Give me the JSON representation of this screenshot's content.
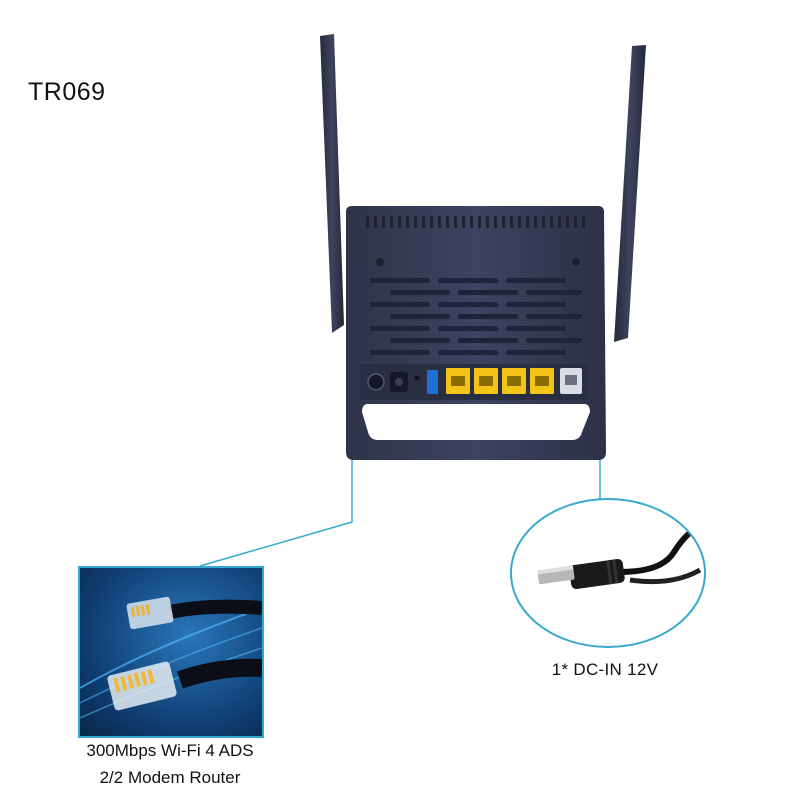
{
  "product": {
    "model_label": "TR069",
    "left_caption_line1": "300Mbps Wi-Fi 4 ADS",
    "left_caption_line2": "2/2 Modem Router",
    "right_caption": "1* DC-IN 12V"
  },
  "colors": {
    "router_body": "#3a4058",
    "lan_port": "#f2c417",
    "callout_line": "#38a8d0",
    "usb_port": "#1e6fd6"
  },
  "icons": [
    "router-image",
    "antenna-left",
    "antenna-right",
    "ethernet-cable-image",
    "dc-power-plug-image"
  ]
}
